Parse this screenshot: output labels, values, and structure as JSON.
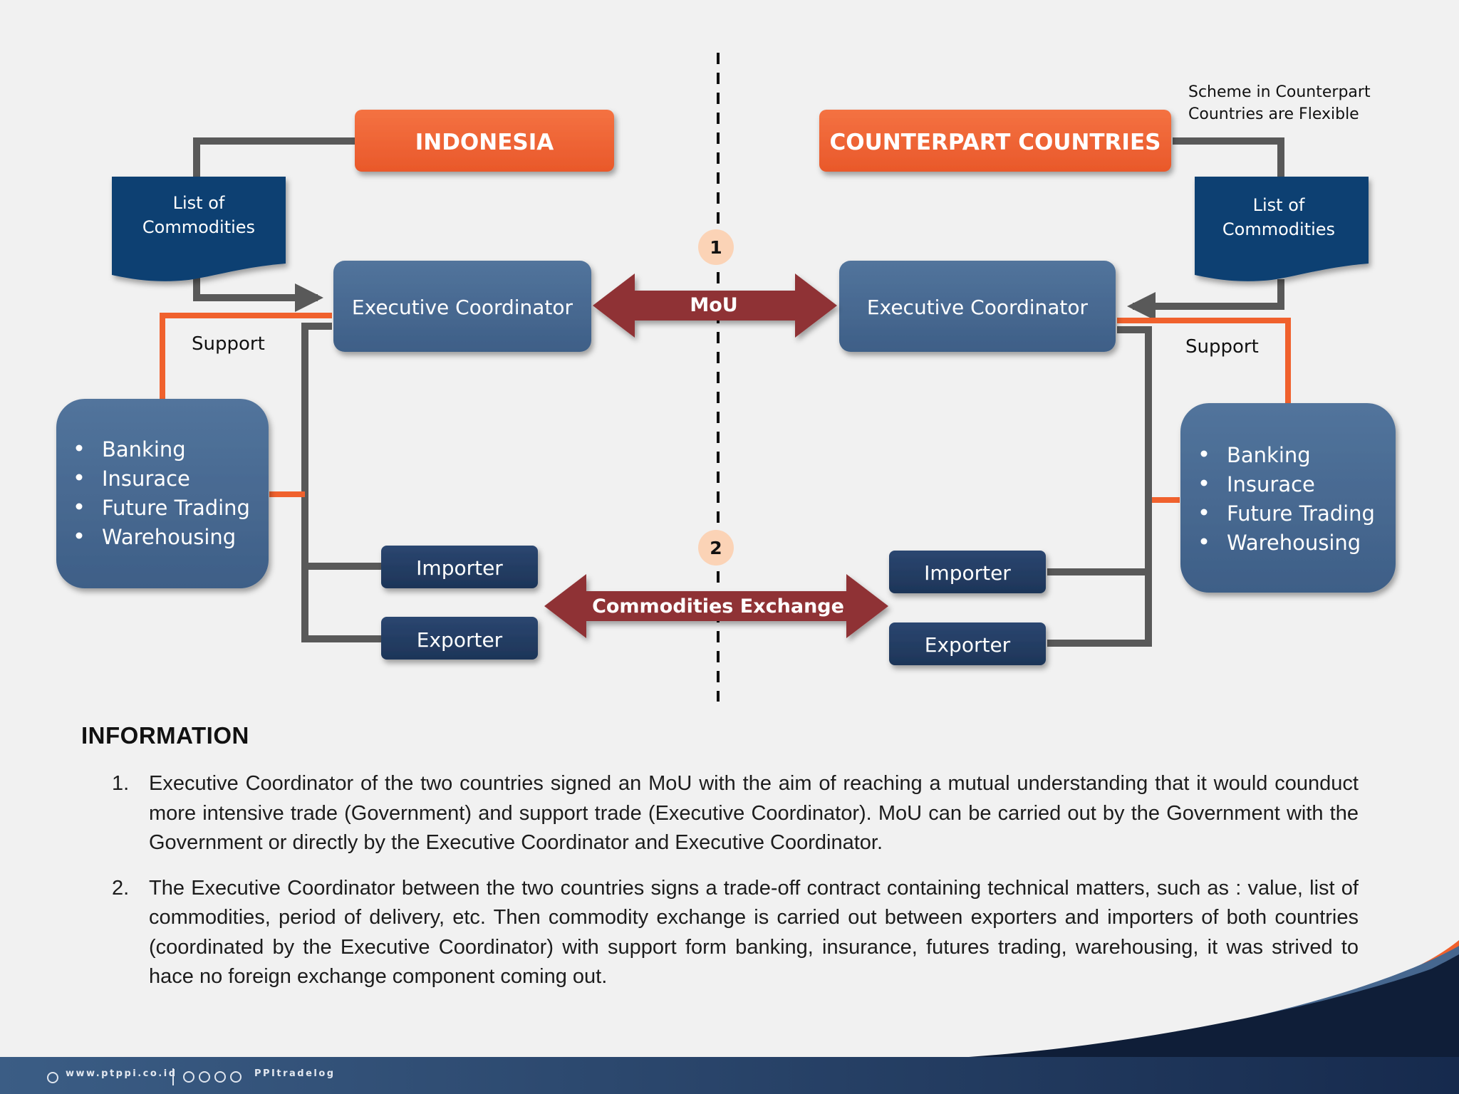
{
  "diagram": {
    "indonesia_label": "INDONESIA",
    "counterpart_label": "COUNTERPART COUNTRIES",
    "flexible_note_line1": "Scheme in Counterpart",
    "flexible_note_line2": "Countries are Flexible",
    "list_line1": "List of",
    "list_line2": "Commodities",
    "executive_coordinator": "Executive Coordinator",
    "mou_label": "MoU",
    "commodities_exchange_label": "Commodities Exchange",
    "step1": "1",
    "step2": "2",
    "support_label": "Support",
    "support_items": [
      "Banking",
      "Insurace",
      "Future Trading",
      "Warehousing"
    ],
    "importer": "Importer",
    "exporter": "Exporter"
  },
  "information": {
    "heading": "INFORMATION",
    "items": [
      {
        "num": "1.",
        "text": "Executive Coordinator of the two countries signed an MoU with the aim of reaching a mutual understanding that it would counduct more intensive trade (Government) and support trade (Executive Coordinator). MoU can be carried out by the Government with the Government or directly by the Executive Coordinator and Executive Coordinator."
      },
      {
        "num": "2.",
        "text": "The Executive Coordinator between the two countries signs a trade-off contract containing technical matters, such as : value, list of commodities, period of delivery, etc. Then commodity exchange is carried out between exporters and importers of both countries (coordinated by the Executive Coordinator) with support form banking, insurance, futures trading, warehousing, it was strived to hace no foreign exchange component coming out."
      }
    ]
  },
  "footer": {
    "website": "www.ptppi.co.id",
    "social_handle": "PPItradelog",
    "social_icons": [
      "facebook-icon",
      "instagram-icon",
      "twitter-icon",
      "youtube-icon"
    ]
  },
  "colors": {
    "background": "#f1f1f1",
    "orange": "#f0612d",
    "blue_box": "#45668f",
    "navy": "#0c3f72",
    "dark_navy": "#223a5e",
    "red_arrow": "#8f3334",
    "connector_gray": "#595959",
    "badge_peach": "#fbd3b6"
  }
}
